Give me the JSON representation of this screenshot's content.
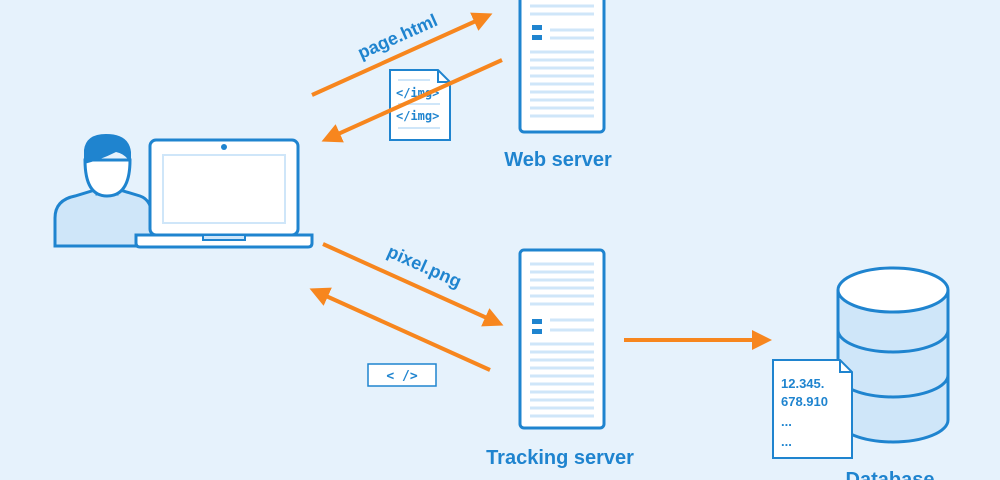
{
  "labels": {
    "request_page": "page.html",
    "request_pixel": "pixel.png",
    "web_server": "Web server",
    "tracking_server": "Tracking server",
    "database": "Database"
  },
  "doc_lines": [
    "</img>",
    "</img>"
  ],
  "code_tag": "< />",
  "data_doc": [
    "12.345.",
    "678.910",
    "...",
    "..."
  ],
  "colors": {
    "background": "#e6f2fc",
    "stroke": "#1f84cf",
    "fill_light": "#cfe6f9",
    "arrow": "#f7861e"
  },
  "icons": {
    "user": "user-icon",
    "laptop": "laptop-icon",
    "web_server": "server-icon",
    "tracking_server": "server-icon",
    "database": "database-icon"
  }
}
